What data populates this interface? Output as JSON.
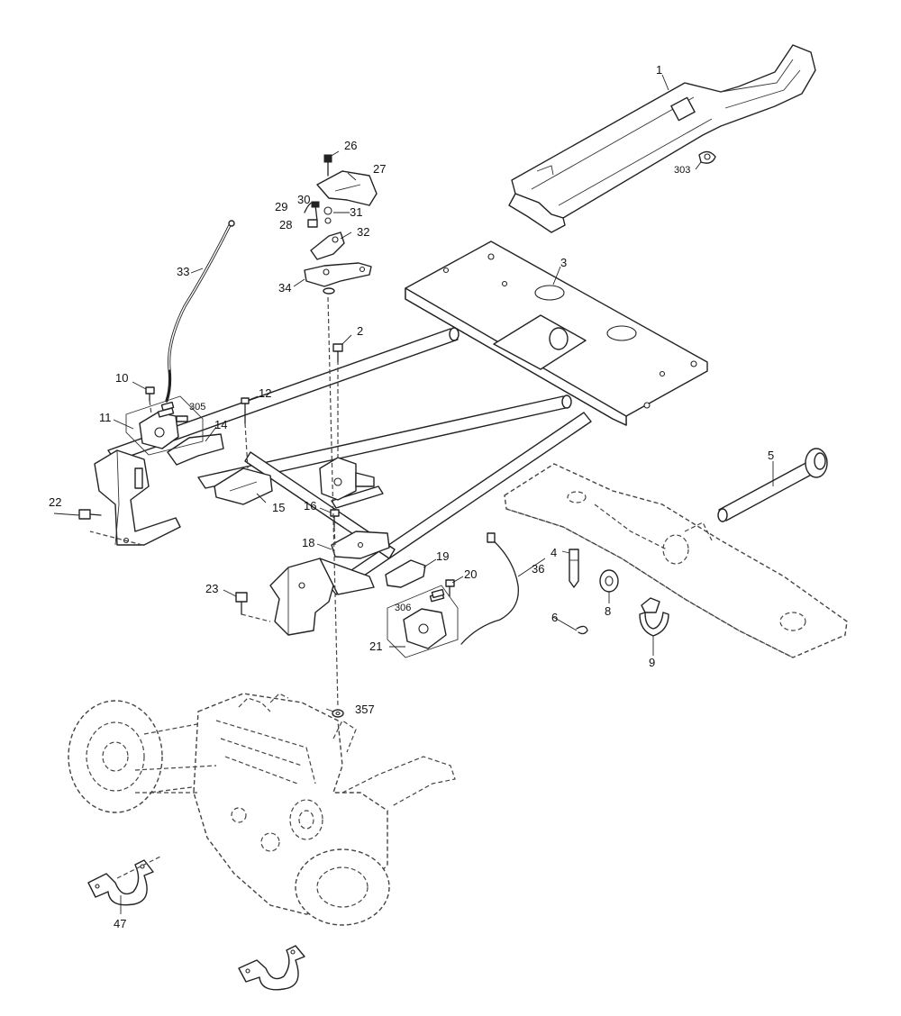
{
  "diagram": {
    "callouts": {
      "c1": "1",
      "c2": "2",
      "c3": "3",
      "c4": "4",
      "c5": "5",
      "c6": "6",
      "c8": "8",
      "c9": "9",
      "c10": "10",
      "c11": "11",
      "c12": "12",
      "c14": "14",
      "c15": "15",
      "c16": "16",
      "c18": "18",
      "c19": "19",
      "c20": "20",
      "c21": "21",
      "c22": "22",
      "c23": "23",
      "c26": "26",
      "c27": "27",
      "c28": "28",
      "c29": "29",
      "c30": "30",
      "c31": "31",
      "c32": "32",
      "c33": "33",
      "c34": "34",
      "c36": "36",
      "c47": "47",
      "c303": "303",
      "c305": "305",
      "c306": "306",
      "c357": "357"
    }
  }
}
